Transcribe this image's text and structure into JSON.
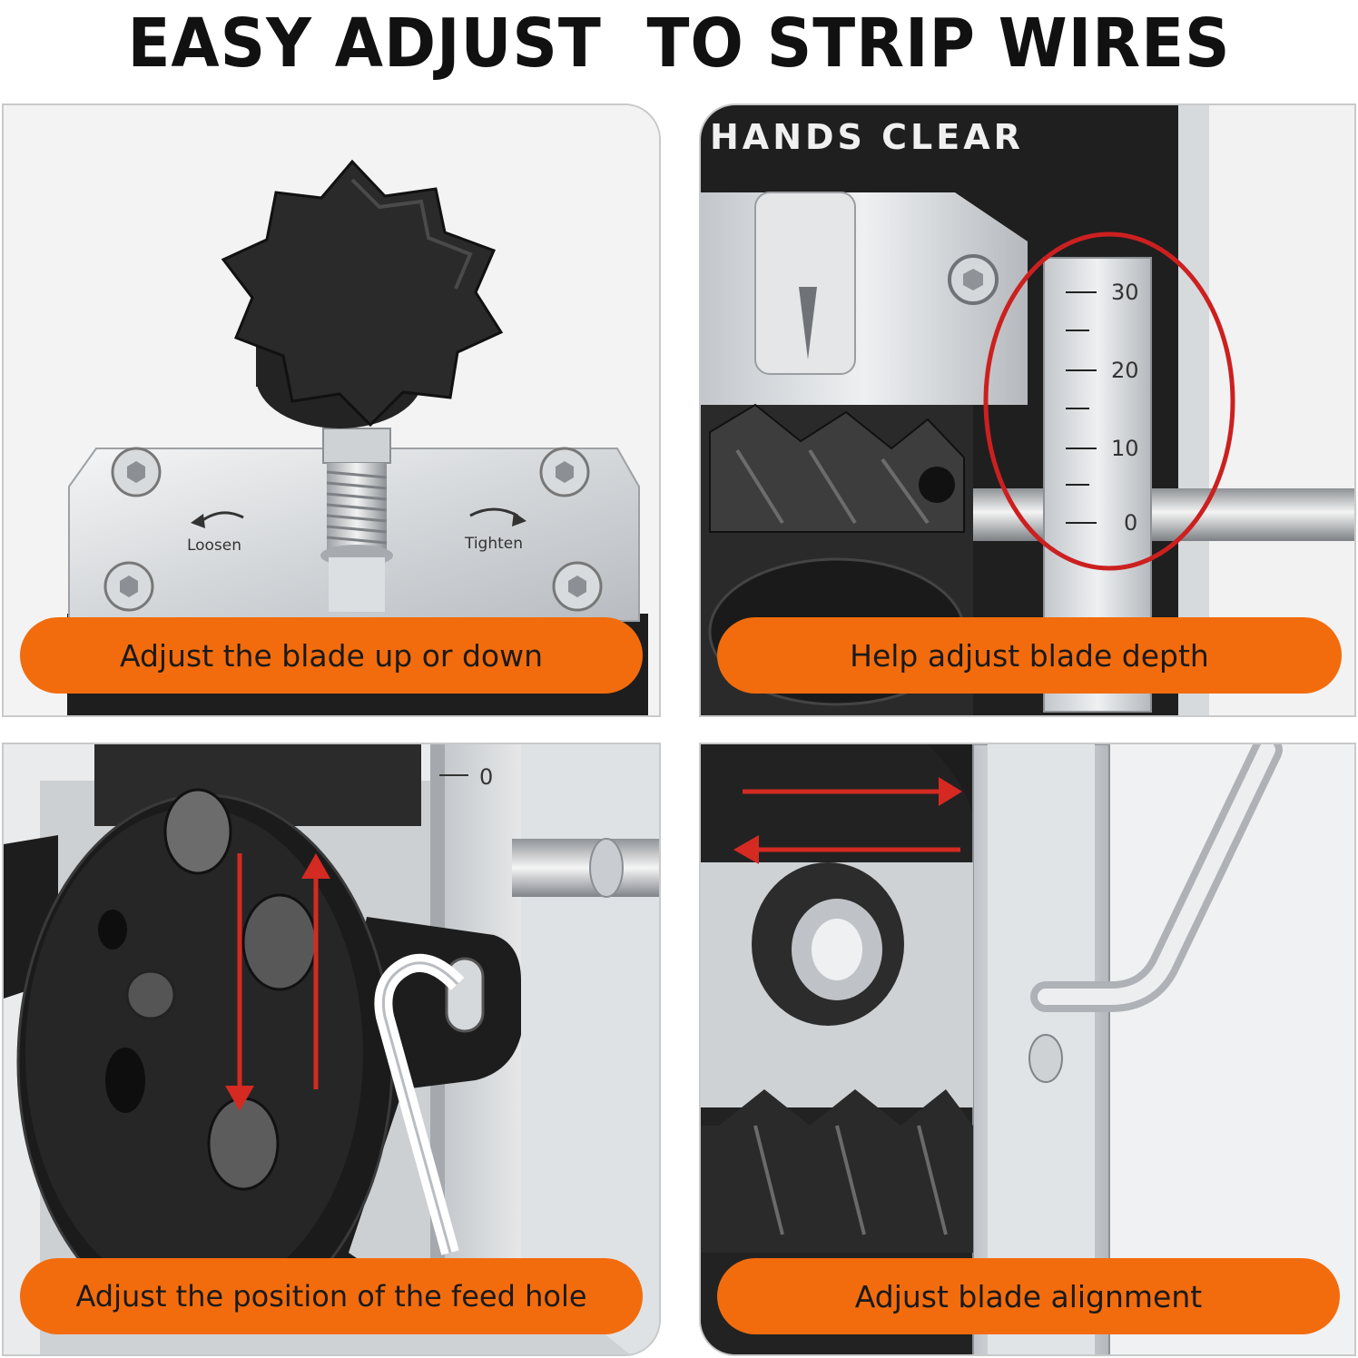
{
  "header": {
    "title": "EASY ADJUST  TO STRIP WIRES"
  },
  "panels": [
    {
      "caption": "Adjust the blade up or down",
      "labels": {
        "loosen": "Loosen",
        "tighten": "Tighten"
      }
    },
    {
      "caption": "Help adjust blade depth",
      "warning": "HANDS CLEAR",
      "scale": [
        "30",
        "20",
        "10",
        "0"
      ]
    },
    {
      "caption": "Adjust the position of the feed hole",
      "scale": [
        "0"
      ]
    },
    {
      "caption": "Adjust blade alignment"
    }
  ],
  "colors": {
    "accent": "#f26c0d",
    "arrow": "#d42a22",
    "ring": "#cc2020"
  }
}
